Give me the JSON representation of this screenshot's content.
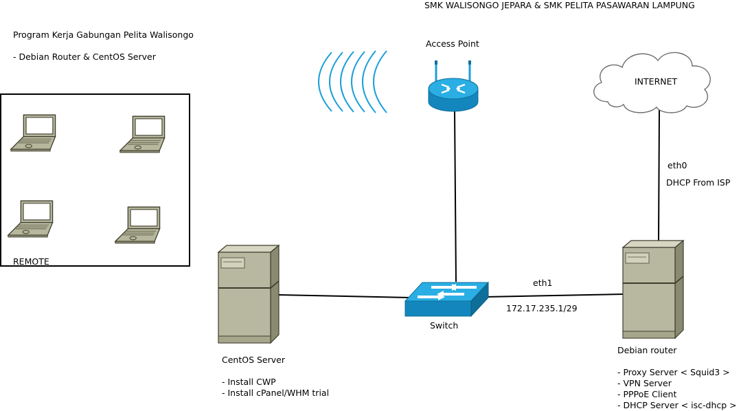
{
  "header": {
    "title": "SMK WALISONGO JEPARA & SMK PELITA PASAWARAN LAMPUNG",
    "program": "Program Kerja Gabungan Pelita Walisongo",
    "subtitle": "- Debian Router & CentOS Server"
  },
  "remote": {
    "label": "REMOTE"
  },
  "access_point": {
    "label": "Access Point"
  },
  "internet": {
    "label": "INTERNET"
  },
  "switch": {
    "label": "Switch"
  },
  "uplink": {
    "iface": "eth0",
    "note": "DHCP From ISP"
  },
  "lan": {
    "iface": "eth1",
    "address": "172.17.235.1/29"
  },
  "centos": {
    "label": "CentOS Server",
    "items": [
      "- Install CWP",
      "- Install cPanel/WHM trial"
    ]
  },
  "debian": {
    "label": "Debian router",
    "items": [
      "- Proxy Server < Squid3 >",
      "- VPN Server",
      "- PPPoE Client",
      "- DHCP Server < isc-dhcp >"
    ]
  },
  "colors": {
    "device_blue": "#1b9fd8",
    "server_body": "#b8b8a0",
    "line": "#000000"
  }
}
